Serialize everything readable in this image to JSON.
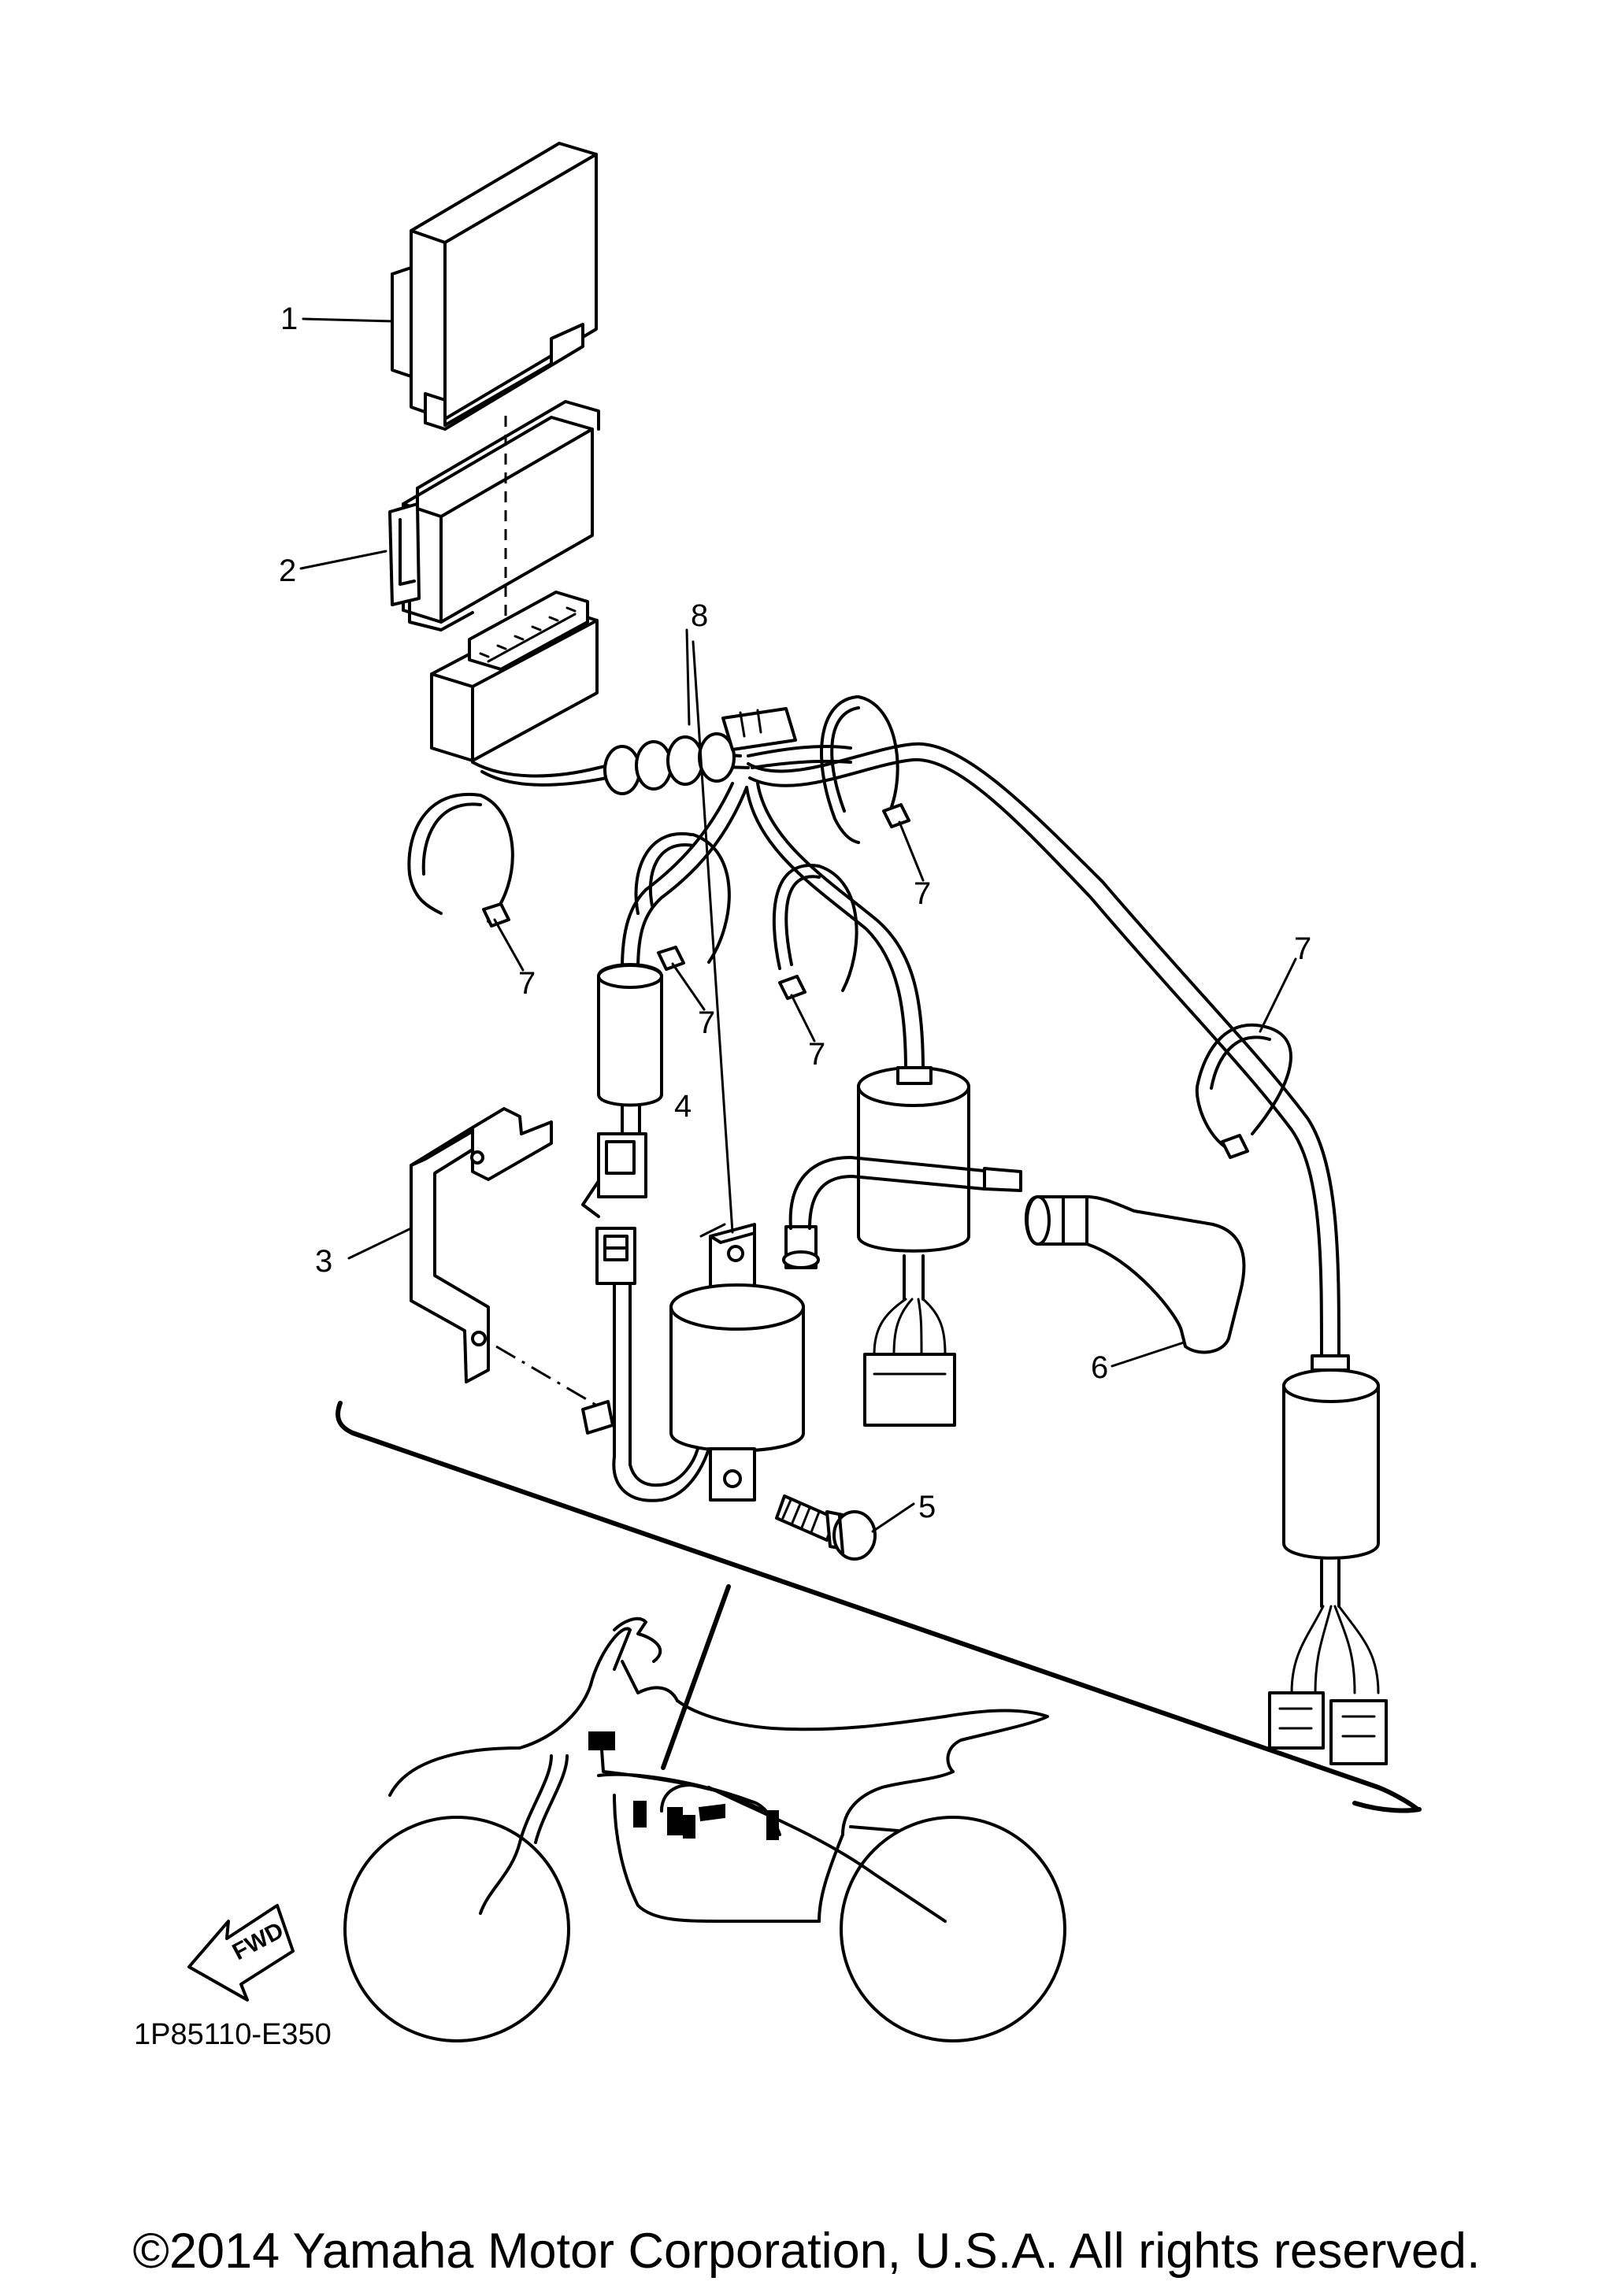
{
  "diagram": {
    "callouts": {
      "c1": "1",
      "c2": "2",
      "c3": "3",
      "c4": "4",
      "c5": "5",
      "c6": "6",
      "c7a": "7",
      "c7b": "7",
      "c7c": "7",
      "c7d": "7",
      "c7e": "7",
      "c8": "8"
    },
    "direction_label": "FWD",
    "part_code": "1P85110-E350",
    "copyright": "©2014 Yamaha Motor Corporation, U.S.A. All rights reserved."
  }
}
